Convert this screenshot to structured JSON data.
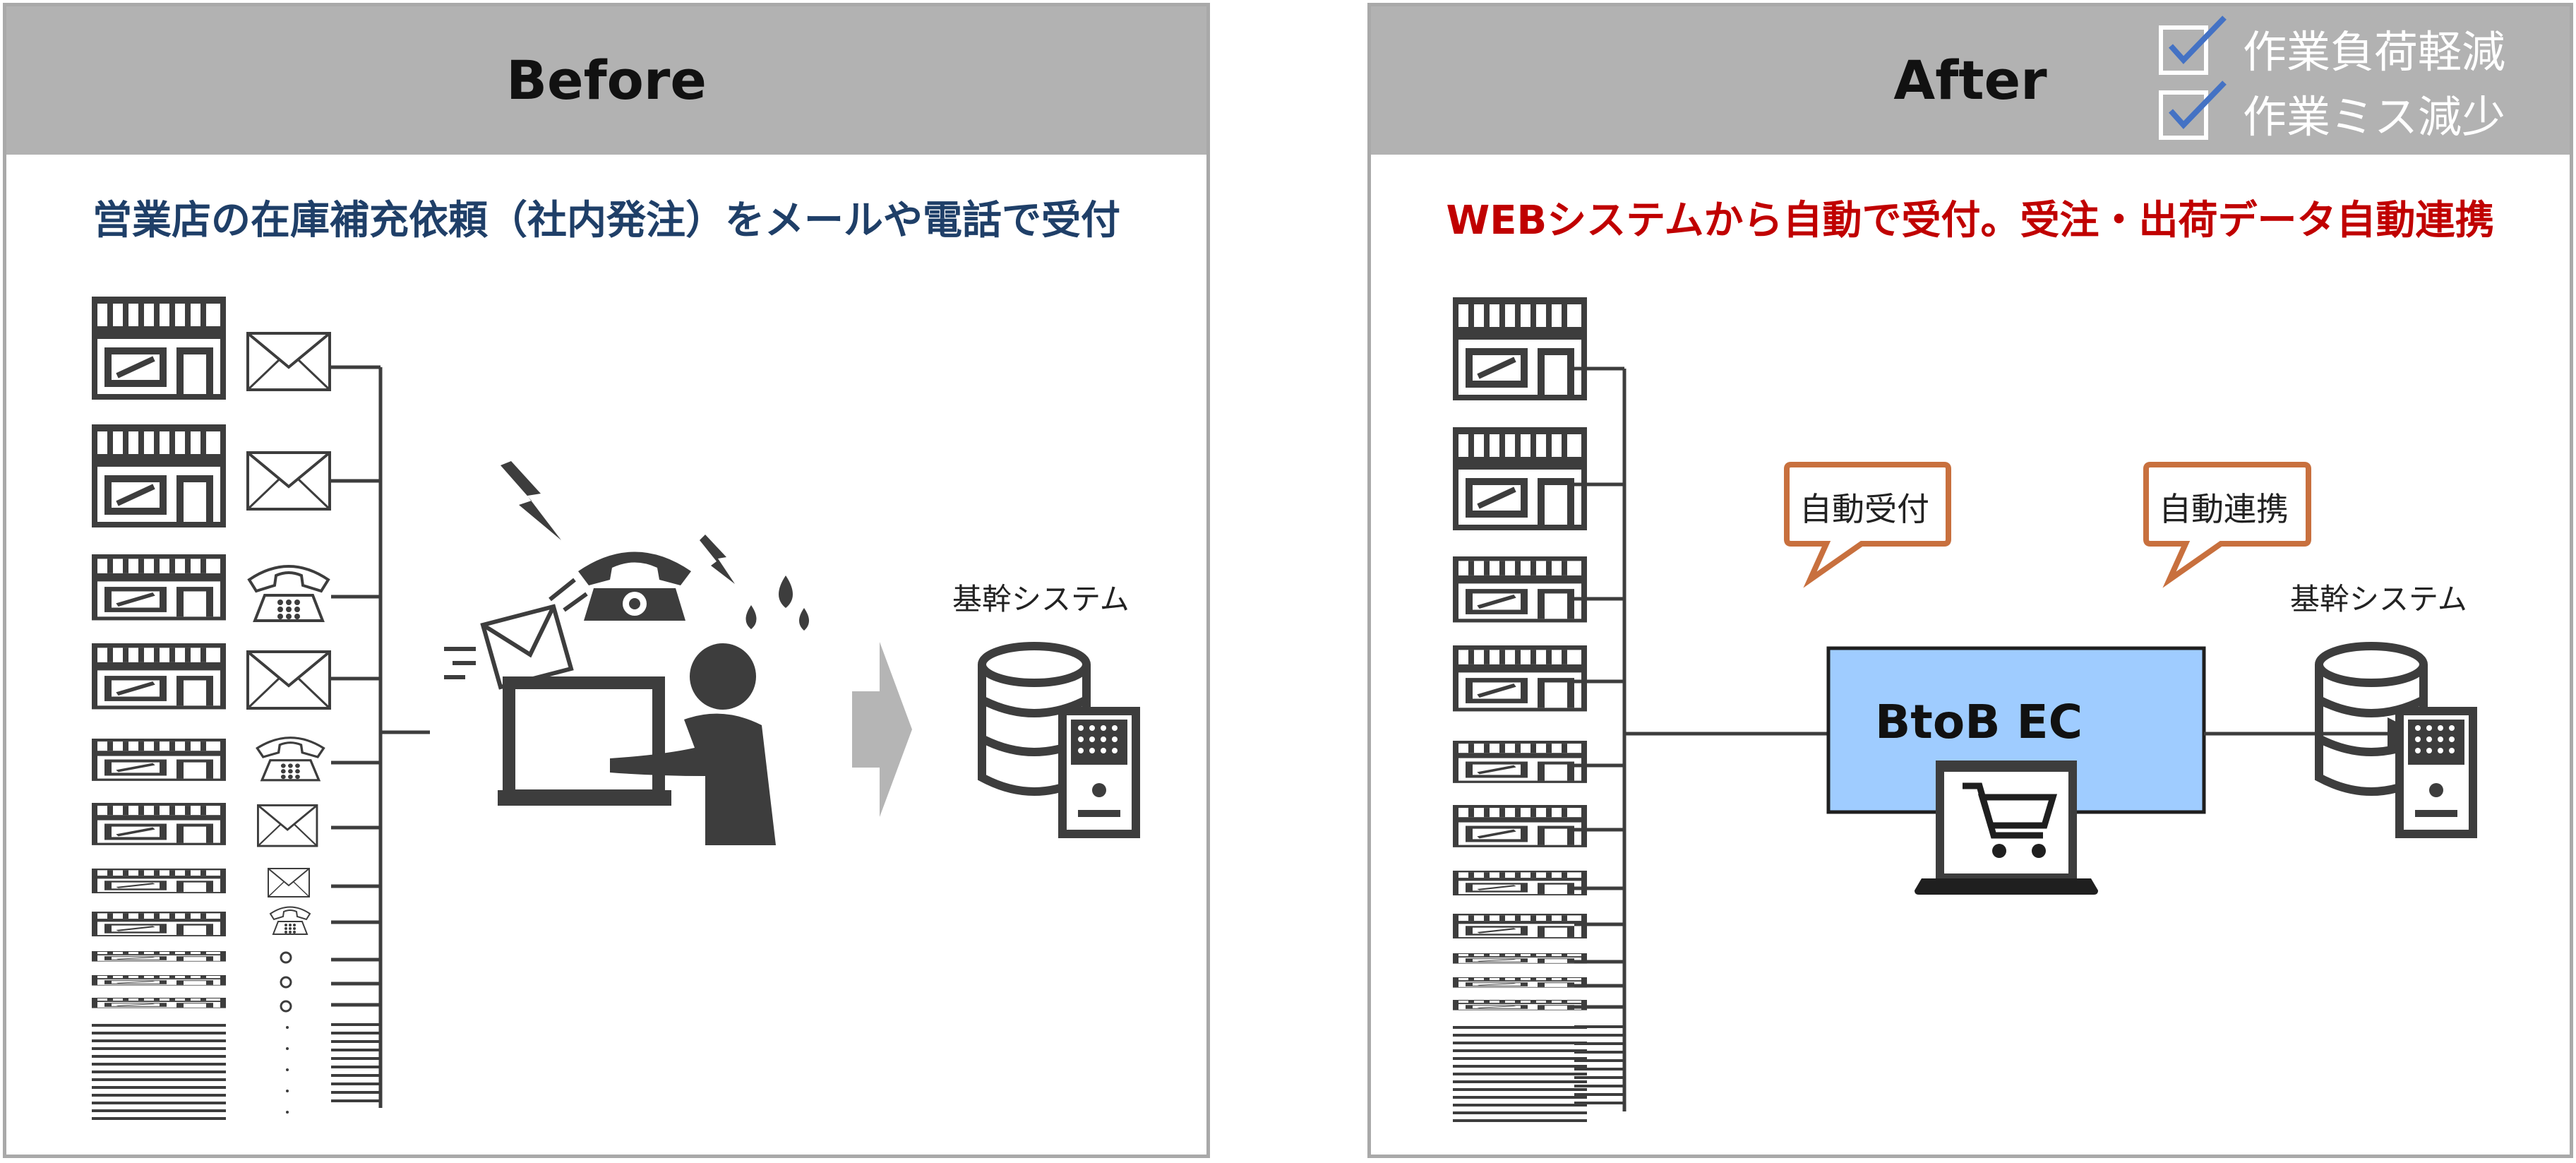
{
  "before": {
    "header": "Before",
    "subtitle": "営業店の在庫補充依頼（社内発注）をメールや電話で受付",
    "system_label": "基幹システム"
  },
  "after": {
    "header": "After",
    "subtitle": "WEBシステムから自動で受付。受注・出荷データ自動連携",
    "benefits": [
      "作業負荷軽減",
      "作業ミス減少"
    ],
    "bubble_left": "自動受付",
    "bubble_right": "自動連携",
    "ec_label": "BtoB EC",
    "system_label": "基幹システム"
  },
  "colors": {
    "header_bg": "#b2b2b2",
    "before_subtitle": "#1f3f68",
    "after_subtitle": "#c00000",
    "icon": "#3d3d3d",
    "bubble_border": "#c8703e",
    "ec_box": "#9fccff",
    "arrow_gray": "#b5b5b5",
    "check_blue": "#4472c4"
  }
}
